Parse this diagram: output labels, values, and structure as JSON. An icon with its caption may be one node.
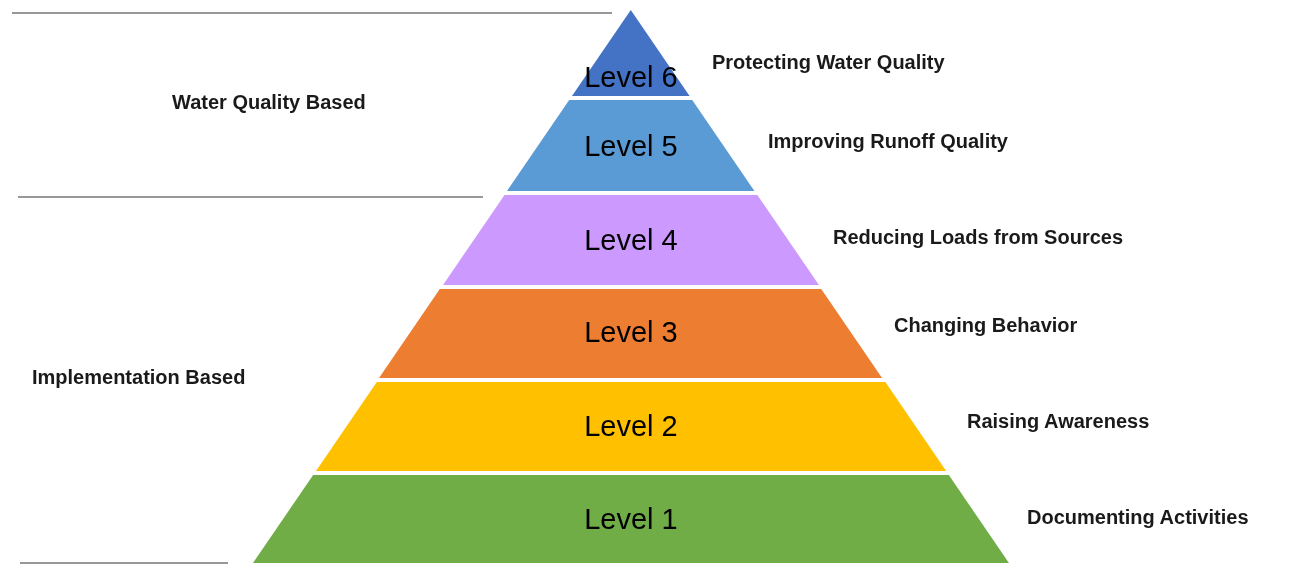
{
  "diagram": {
    "nodes": [
      {
        "text": [
          "Level 6"
        ],
        "beside": [
          "Protecting Water Quality"
        ]
      },
      {
        "text": [
          "Level 5"
        ],
        "beside": [
          "Improving Runoff Quality"
        ]
      },
      {
        "text": [
          "Level 4"
        ],
        "beside": [
          "Reducing Loads from Sources"
        ]
      },
      {
        "text": [
          "Level 3"
        ],
        "beside": [
          "Changing Behavior"
        ]
      },
      {
        "text": [
          "Level 2"
        ],
        "beside": [
          "Raising Awareness"
        ]
      },
      {
        "text": [
          "Level 1"
        ],
        "beside": [
          "Documenting Activities"
        ]
      }
    ],
    "labels": [
      "Water Quality Based",
      "Implementation Based"
    ]
  }
}
